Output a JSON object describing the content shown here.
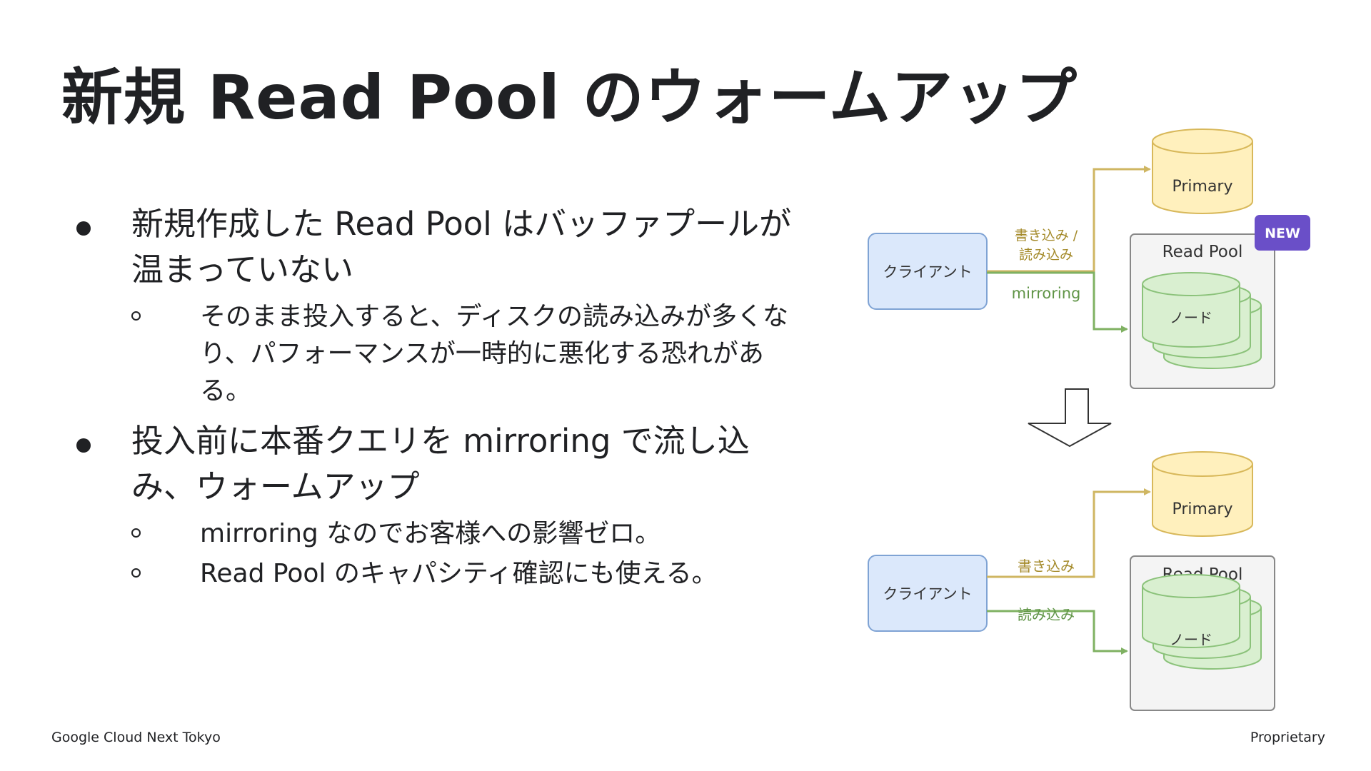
{
  "slide": {
    "title": "新規 Read Pool のウォームアップ",
    "bullets": [
      {
        "text": "新規作成した Read Pool はバッファプールが温まっていない",
        "sub": [
          "そのまま投入すると、ディスクの読み込みが多くなり、パフォーマンスが一時的に悪化する恐れがある。"
        ]
      },
      {
        "text": "投入前に本番クエリを mirroring で流し込み、ウォームアップ",
        "sub": [
          "mirroring なのでお客様への影響ゼロ。",
          "Read Pool のキャパシティ確認にも使える。"
        ]
      }
    ],
    "footer_left": "Google Cloud Next Tokyo",
    "footer_right": "Proprietary"
  },
  "diagram": {
    "colors": {
      "client_fill": "#dbe8fb",
      "client_stroke": "#7fa3d4",
      "primary_fill": "#fff0bd",
      "primary_stroke": "#d8b85a",
      "node_fill": "#d9efd0",
      "node_stroke": "#8bc27a",
      "pool_fill": "#f4f4f4",
      "pool_stroke": "#888888",
      "write_line": "#cfb662",
      "read_line": "#7fb162",
      "badge": "#6a4fc8"
    },
    "top": {
      "client_label": "クライアント",
      "primary_label": "Primary",
      "pool_label": "Read Pool",
      "node_label": "ノード",
      "badge": "NEW",
      "write_label_line1": "書き込み /",
      "write_label_line2": "読み込み",
      "read_label": "mirroring"
    },
    "bottom": {
      "client_label": "クライアント",
      "primary_label": "Primary",
      "pool_label": "Read Pool",
      "node_label": "ノード",
      "write_label": "書き込み",
      "read_label": "読み込み"
    }
  }
}
